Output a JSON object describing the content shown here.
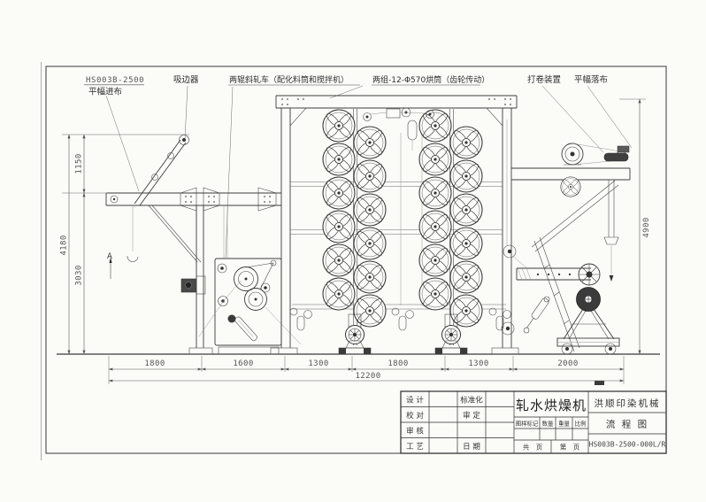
{
  "drawing": {
    "labels": {
      "model_code": "HS003B-2500",
      "open_width_feed": "平幅进布",
      "edge_suction": "吸边器",
      "padder": "两辊斜轧车（配化料筒和搅拌机）",
      "cylinders": "两组-12-Φ570烘筒（齿轮传动）",
      "batcher": "打卷装置",
      "open_width_plaiting": "平幅落布",
      "direction_marker": "A"
    },
    "dims": {
      "bottom": [
        "1800",
        "1600",
        "1300",
        "1800",
        "1300",
        "2000"
      ],
      "overall_length": "12200",
      "left_upper": "1150",
      "left_lower": "3030",
      "left_overall": "4180",
      "right_height": "4900"
    }
  },
  "title_block": {
    "design": "设 计",
    "proof": "校 对",
    "review": "审 核",
    "process": "工 艺",
    "standardization": "标准化",
    "approve": "审 定",
    "date": "日 期",
    "product_name": "轧水烘燥机",
    "mark_header": "图样标记",
    "qty_header": "数量",
    "weight_header": "重量",
    "scale_header": "比例",
    "total_pages": "共　页",
    "page_no": "第　页",
    "company": "洪顺印染机械",
    "drawing_type": "流 程 图",
    "drawing_no": "HS003B-2500-000L/R"
  }
}
